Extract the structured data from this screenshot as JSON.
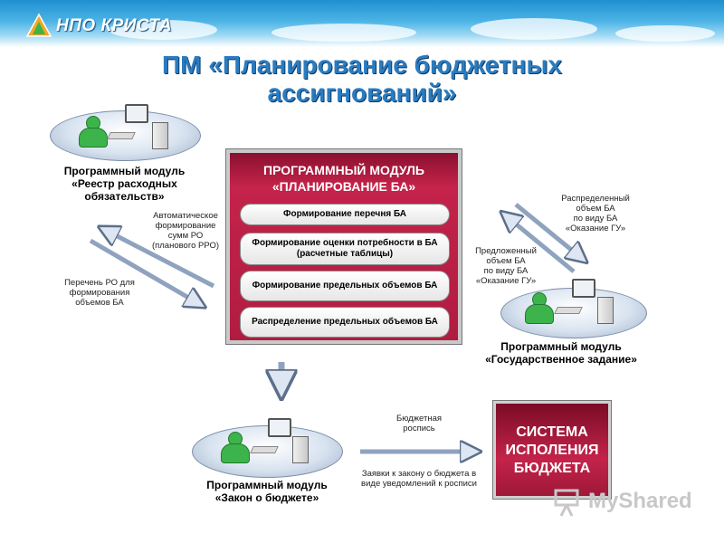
{
  "header": {
    "logo_text": "НПО КРИСТА"
  },
  "page": {
    "title_line1": "ПМ «Планирование бюджетных",
    "title_line2": "ассигнований»"
  },
  "modules": {
    "reestr": {
      "line1": "Программный модуль",
      "line2": "«Реестр расходных",
      "line3": "обязательств»"
    },
    "gos": {
      "line1": "Программный модуль",
      "line2": "«Государственное задание»"
    },
    "zakon": {
      "line1": "Программный модуль",
      "line2": "«Закон о бюджете»"
    }
  },
  "central": {
    "title_line1": "ПРОГРАММНЫЙ МОДУЛЬ",
    "title_line2": "«ПЛАНИРОВАНИЕ БА»",
    "steps": [
      {
        "line1": "Формирование перечня БА",
        "line2": ""
      },
      {
        "line1": "Формирование оценки потребности в БА",
        "line2": "(расчетные таблицы)"
      },
      {
        "line1": "Формирование предельных объемов БА",
        "line2": ""
      },
      {
        "line1": "Распределение предельных объемов БА",
        "line2": ""
      }
    ]
  },
  "notes": {
    "auto": [
      "Автоматическое",
      "формирование",
      "сумм РО",
      "(планового РРО)"
    ],
    "perechen": [
      "Перечень РО  для",
      "формирования",
      "объемов БА"
    ],
    "raspred": [
      "Распределенный",
      "объем БА",
      "по виду БА",
      "«Оказание ГУ»"
    ],
    "predlozh": [
      "Предложенный",
      "объем БА",
      "по виду БА",
      "«Оказание ГУ»"
    ],
    "rospis": [
      "Бюджетная",
      "роспись"
    ],
    "zayavki": [
      "Заявки к закону о бюджета в",
      "виде уведомлений к росписи"
    ]
  },
  "system": {
    "line1": "СИСТЕМА",
    "line2": "ИСПОЛЕНИЯ",
    "line3": "БЮДЖЕТА"
  },
  "watermark": {
    "text": "MyShared"
  }
}
